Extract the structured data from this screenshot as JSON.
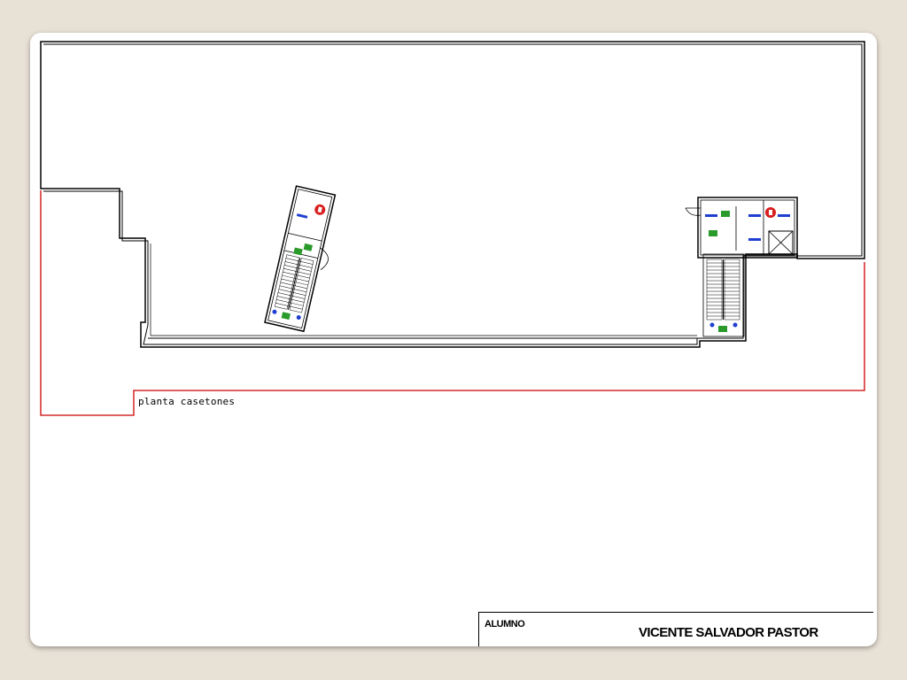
{
  "drawing": {
    "caption": "planta casetones"
  },
  "title_block": {
    "label": "ALUMNO",
    "student_name": "VICENTE SALVADOR PASTOR"
  },
  "colors": {
    "background": "#e8e1d6",
    "line": "#000000",
    "boundary": "#cc0000",
    "fixture_blue": "#1f3fd0",
    "exit_sign": "#2a9a2a",
    "fire_extinguisher": "#d81e1e"
  },
  "icons": [
    "extinguisher-icon",
    "exit-sign-icon",
    "emergency-light-icon",
    "elevator-icon"
  ]
}
